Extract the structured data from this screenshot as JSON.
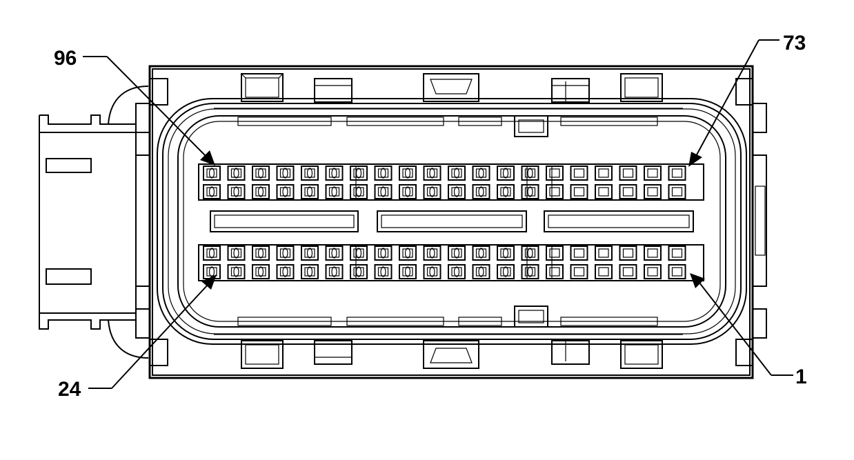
{
  "callouts": {
    "top_left": "96",
    "top_right": "73",
    "bottom_left": "24",
    "bottom_right": "1"
  },
  "pin_rows": {
    "columns_per_row": 20,
    "rows": 4
  },
  "colors": {
    "stroke": "#000000",
    "background": "#ffffff"
  }
}
